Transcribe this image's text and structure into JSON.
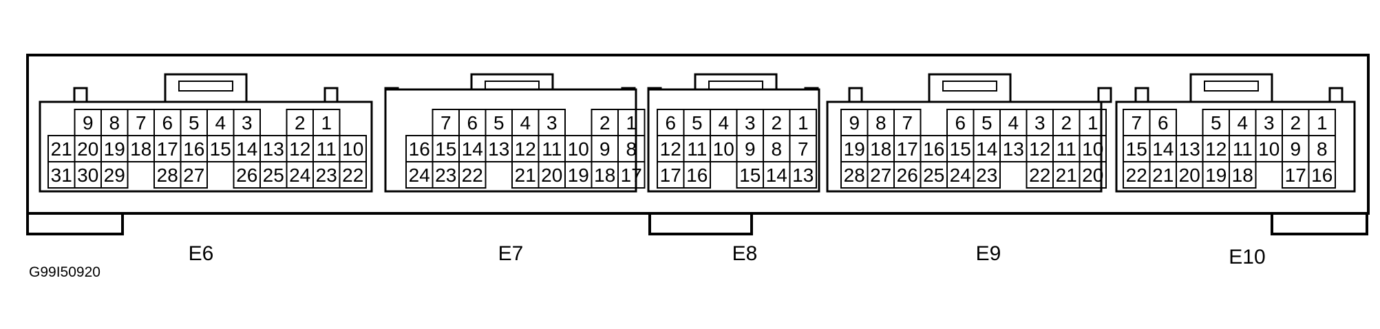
{
  "figure_code": "G99I50920",
  "connectors": [
    {
      "label": "E6",
      "rows": [
        [
          "",
          "9",
          "8",
          "7",
          "6",
          "5",
          "4",
          "3",
          "",
          "2",
          "1",
          ""
        ],
        [
          "21",
          "20",
          "19",
          "18",
          "17",
          "16",
          "15",
          "14",
          "13",
          "12",
          "11",
          "10"
        ],
        [
          "31",
          "30",
          "29",
          "",
          "28",
          "27",
          "",
          "26",
          "25",
          "24",
          "23",
          "22"
        ]
      ]
    },
    {
      "label": "E7",
      "rows": [
        [
          "",
          "7",
          "6",
          "5",
          "4",
          "3",
          "",
          "2",
          "1"
        ],
        [
          "16",
          "15",
          "14",
          "13",
          "12",
          "11",
          "10",
          "9",
          "8"
        ],
        [
          "24",
          "23",
          "22",
          "",
          "21",
          "20",
          "19",
          "18",
          "17"
        ]
      ]
    },
    {
      "label": "E8",
      "rows": [
        [
          "6",
          "5",
          "4",
          "3",
          "2",
          "1"
        ],
        [
          "12",
          "11",
          "10",
          "9",
          "8",
          "7"
        ],
        [
          "17",
          "16",
          "",
          "15",
          "14",
          "13"
        ]
      ]
    },
    {
      "label": "E9",
      "rows": [
        [
          "9",
          "8",
          "7",
          "",
          "6",
          "5",
          "4",
          "3",
          "2",
          "1"
        ],
        [
          "19",
          "18",
          "17",
          "16",
          "15",
          "14",
          "13",
          "12",
          "11",
          "10"
        ],
        [
          "28",
          "27",
          "26",
          "25",
          "24",
          "23",
          "",
          "22",
          "21",
          "20"
        ]
      ]
    },
    {
      "label": "E10",
      "rows": [
        [
          "7",
          "6",
          "",
          "5",
          "4",
          "3",
          "2",
          "1"
        ],
        [
          "15",
          "14",
          "13",
          "12",
          "11",
          "10",
          "9",
          "8"
        ],
        [
          "22",
          "21",
          "20",
          "19",
          "18",
          "",
          "17",
          "16"
        ]
      ]
    }
  ]
}
